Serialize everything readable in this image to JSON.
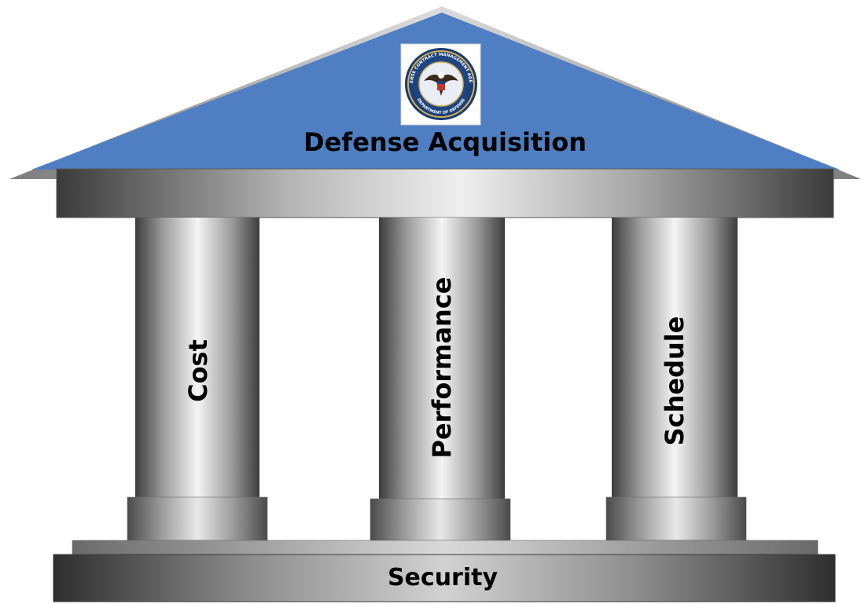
{
  "diagram": {
    "title": "Defense Acquisition",
    "pillars": [
      {
        "label": "Cost"
      },
      {
        "label": "Performance"
      },
      {
        "label": "Schedule"
      }
    ],
    "foundation": "Security"
  },
  "seal": {
    "top_text": "DEFENSE CONTRACT MANAGEMENT AGENCY",
    "bottom_text": "DEPARTMENT OF DEFENSE",
    "icon": "eagle-seal-icon"
  },
  "colors": {
    "roof": "#4f7fc2",
    "roof_shadow": "#7f8ea3",
    "text": "#000000",
    "pillar_dark": "#3a3a3a",
    "pillar_light": "#f2f2f2"
  }
}
